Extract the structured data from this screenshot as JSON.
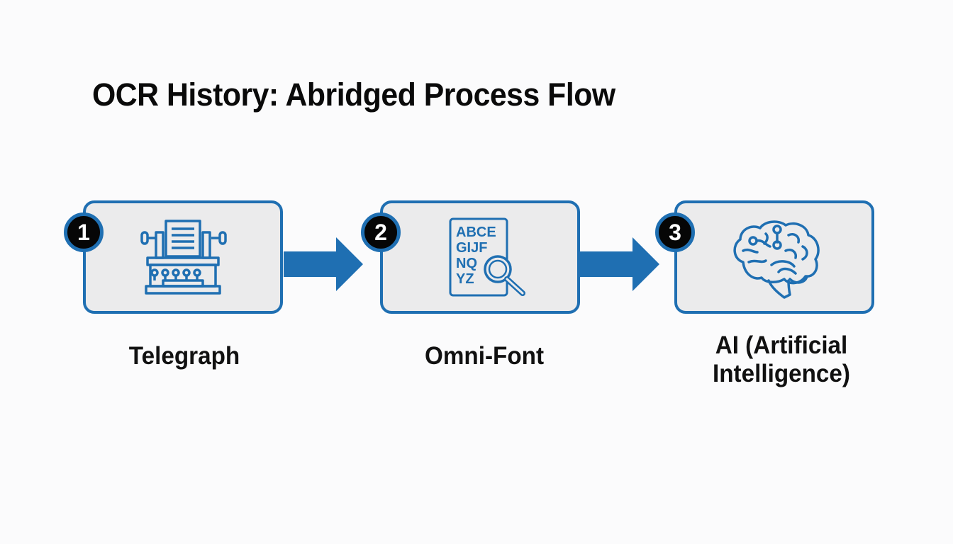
{
  "title": "OCR History: Abridged Process Flow",
  "colors": {
    "accent": "#1f6fb2",
    "badge": "#060606",
    "card_bg": "#ebebec"
  },
  "steps": [
    {
      "number": "1",
      "label": "Telegraph",
      "icon": "telegraph-machine-icon"
    },
    {
      "number": "2",
      "label": "Omni-Font",
      "icon": "letters-magnifier-icon",
      "icon_text": [
        "ABCE",
        "GIJF",
        "NQ",
        "YZ"
      ]
    },
    {
      "number": "3",
      "label_line1": "AI (Artificial",
      "label_line2": "Intelligence)",
      "icon": "brain-icon"
    }
  ]
}
